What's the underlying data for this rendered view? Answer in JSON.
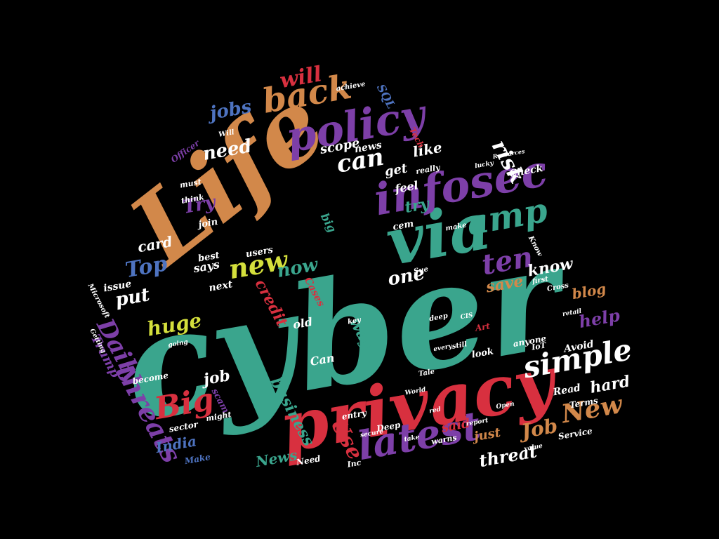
{
  "palette": {
    "teal": "#3aa58d",
    "orange": "#d2884a",
    "purple": "#7d3fa8",
    "red": "#d8303f",
    "white": "#ffffff",
    "yellow": "#d4df3c",
    "blue": "#4e73c0",
    "dark_red": "#8e1a2a",
    "lavender": "#a55bd1"
  },
  "words": [
    {
      "text": "cyber",
      "color": "teal"
    },
    {
      "text": "Life",
      "color": "orange"
    },
    {
      "text": "privacy",
      "color": "red"
    },
    {
      "text": "via",
      "color": "teal"
    },
    {
      "text": "infosec",
      "color": "purple"
    },
    {
      "text": "policy",
      "color": "purple"
    },
    {
      "text": "back",
      "color": "orange"
    },
    {
      "text": "latest",
      "color": "purple"
    },
    {
      "text": "simple",
      "color": "white"
    },
    {
      "text": "amp",
      "color": "teal"
    },
    {
      "text": "ten",
      "color": "purple"
    },
    {
      "text": "new",
      "color": "yellow"
    },
    {
      "text": "Big",
      "color": "red"
    },
    {
      "text": "Daily",
      "color": "purple"
    },
    {
      "text": "threats",
      "color": "purple"
    },
    {
      "text": "New",
      "color": "orange"
    },
    {
      "text": "can",
      "color": "white"
    },
    {
      "text": "Top",
      "color": "blue"
    },
    {
      "text": "jobs",
      "color": "blue"
    },
    {
      "text": "need",
      "color": "white"
    },
    {
      "text": "will",
      "color": "red"
    },
    {
      "text": "risk",
      "color": "white"
    },
    {
      "text": "Try",
      "color": "purple"
    },
    {
      "text": "get",
      "color": "white"
    },
    {
      "text": "like",
      "color": "white"
    },
    {
      "text": "try",
      "color": "teal"
    },
    {
      "text": "one",
      "color": "white"
    },
    {
      "text": "now",
      "color": "teal"
    },
    {
      "text": "put",
      "color": "white"
    },
    {
      "text": "huge",
      "color": "yellow"
    },
    {
      "text": "credit",
      "color": "red"
    },
    {
      "text": "card",
      "color": "white"
    },
    {
      "text": "help",
      "color": "purple"
    },
    {
      "text": "know",
      "color": "white"
    },
    {
      "text": "save",
      "color": "orange"
    },
    {
      "text": "hard",
      "color": "white"
    },
    {
      "text": "threat",
      "color": "white"
    },
    {
      "text": "Job",
      "color": "orange"
    },
    {
      "text": "Use",
      "color": "red"
    },
    {
      "text": "job",
      "color": "white"
    },
    {
      "text": "business",
      "color": "teal"
    },
    {
      "text": "News",
      "color": "teal"
    },
    {
      "text": "India",
      "color": "blue"
    },
    {
      "text": "said",
      "color": "red"
    },
    {
      "text": "just",
      "color": "orange"
    },
    {
      "text": "blog",
      "color": "orange"
    },
    {
      "text": "Trump",
      "color": "purple"
    },
    {
      "text": "way",
      "color": "teal"
    },
    {
      "text": "scope",
      "color": "white"
    },
    {
      "text": "big",
      "color": "teal"
    },
    {
      "text": "old",
      "color": "white"
    },
    {
      "text": "says",
      "color": "white"
    },
    {
      "text": "issue",
      "color": "white"
    },
    {
      "text": "feel",
      "color": "white"
    },
    {
      "text": "SQL",
      "color": "blue"
    },
    {
      "text": "news",
      "color": "white"
    },
    {
      "text": "Avoid",
      "color": "white"
    },
    {
      "text": "Read",
      "color": "white"
    },
    {
      "text": "Check",
      "color": "white"
    },
    {
      "text": "Can",
      "color": "white"
    },
    {
      "text": "next",
      "color": "white"
    },
    {
      "text": "users",
      "color": "white"
    },
    {
      "text": "best",
      "color": "white"
    },
    {
      "text": "join",
      "color": "white"
    },
    {
      "text": "cem",
      "color": "white"
    },
    {
      "text": "look",
      "color": "white"
    },
    {
      "text": "Cases",
      "color": "red"
    },
    {
      "text": "anyone",
      "color": "white"
    },
    {
      "text": "Terms",
      "color": "white"
    },
    {
      "text": "Service",
      "color": "white"
    },
    {
      "text": "Make",
      "color": "blue"
    },
    {
      "text": "Need",
      "color": "white"
    },
    {
      "text": "Deep",
      "color": "white"
    },
    {
      "text": "entry",
      "color": "white"
    },
    {
      "text": "scam",
      "color": "purple"
    },
    {
      "text": "become",
      "color": "white"
    },
    {
      "text": "sector",
      "color": "white"
    },
    {
      "text": "might",
      "color": "white"
    },
    {
      "text": "IoT",
      "color": "white"
    },
    {
      "text": "Inc",
      "color": "white"
    },
    {
      "text": "really",
      "color": "white"
    },
    {
      "text": "must",
      "color": "white"
    },
    {
      "text": "think",
      "color": "white"
    },
    {
      "text": "Officer",
      "color": "purple"
    },
    {
      "text": "Will",
      "color": "white"
    },
    {
      "text": "Tech",
      "color": "red"
    },
    {
      "text": "warns",
      "color": "white"
    },
    {
      "text": "achieve",
      "color": "white"
    },
    {
      "text": "Sue",
      "color": "white"
    },
    {
      "text": "Art",
      "color": "red"
    },
    {
      "text": "make",
      "color": "white"
    },
    {
      "text": "key",
      "color": "white"
    },
    {
      "text": "Microsoft",
      "color": "white"
    },
    {
      "text": "Cross",
      "color": "white"
    },
    {
      "text": "first",
      "color": "white"
    },
    {
      "text": "still",
      "color": "white"
    },
    {
      "text": "Know",
      "color": "white"
    },
    {
      "text": "deep",
      "color": "white"
    },
    {
      "text": "Tale",
      "color": "white"
    },
    {
      "text": "CIS",
      "color": "white"
    },
    {
      "text": "retail",
      "color": "white"
    },
    {
      "text": "every",
      "color": "white"
    },
    {
      "text": "going",
      "color": "white"
    },
    {
      "text": "lucky",
      "color": "white"
    },
    {
      "text": "Resources",
      "color": "white"
    },
    {
      "text": "Getting",
      "color": "white"
    },
    {
      "text": "secure",
      "color": "white"
    },
    {
      "text": "World",
      "color": "white"
    },
    {
      "text": "red",
      "color": "white"
    },
    {
      "text": "take",
      "color": "white"
    },
    {
      "text": "Open",
      "color": "white"
    },
    {
      "text": "report",
      "color": "white"
    },
    {
      "text": "value",
      "color": "white"
    }
  ]
}
